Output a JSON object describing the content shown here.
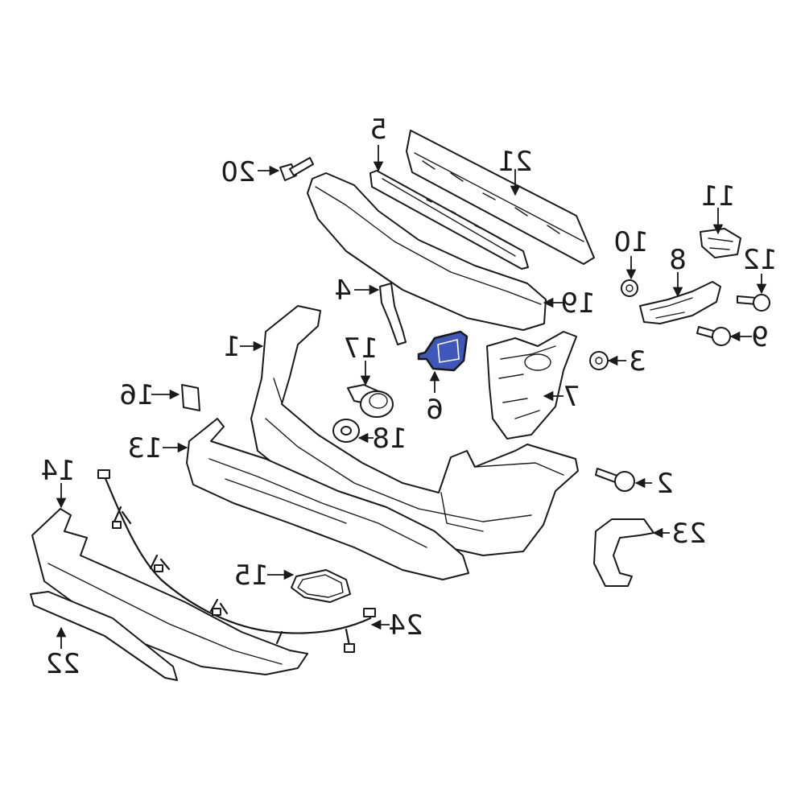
{
  "diagram": {
    "highlight_color": "#3f57b8",
    "line_color": "#1a1a1a",
    "callouts": [
      {
        "id": "c1",
        "label": "1"
      },
      {
        "id": "c2",
        "label": "2"
      },
      {
        "id": "c3",
        "label": "3"
      },
      {
        "id": "c4",
        "label": "4"
      },
      {
        "id": "c5",
        "label": "5"
      },
      {
        "id": "c6",
        "label": "6"
      },
      {
        "id": "c7",
        "label": "7"
      },
      {
        "id": "c8",
        "label": "8"
      },
      {
        "id": "c9",
        "label": "9"
      },
      {
        "id": "c10",
        "label": "10"
      },
      {
        "id": "c11",
        "label": "11"
      },
      {
        "id": "c12",
        "label": "12"
      },
      {
        "id": "c13",
        "label": "13"
      },
      {
        "id": "c14",
        "label": "14"
      },
      {
        "id": "c15",
        "label": "15"
      },
      {
        "id": "c16",
        "label": "16"
      },
      {
        "id": "c17",
        "label": "17"
      },
      {
        "id": "c18",
        "label": "18"
      },
      {
        "id": "c19",
        "label": "19"
      },
      {
        "id": "c20",
        "label": "20"
      },
      {
        "id": "c21",
        "label": "21"
      },
      {
        "id": "c22",
        "label": "22"
      },
      {
        "id": "c23",
        "label": "23"
      },
      {
        "id": "c24",
        "label": "24"
      }
    ]
  }
}
